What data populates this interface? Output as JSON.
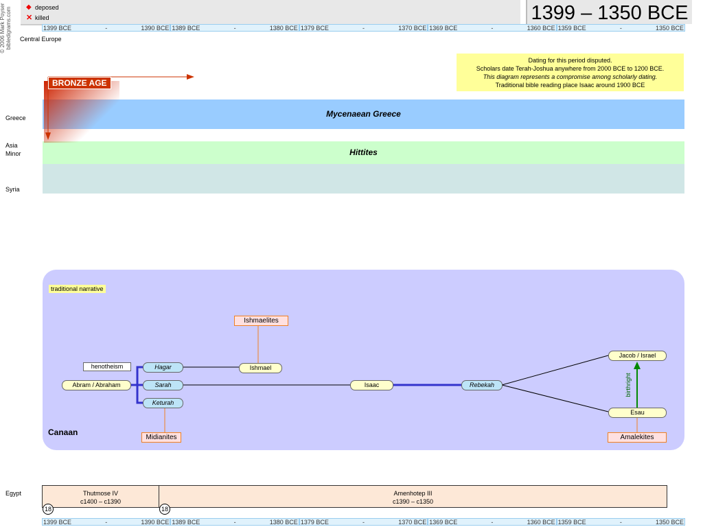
{
  "copyright": "© 2006 Mark Poyser",
  "site": "bibledigrams.com",
  "legend": [
    {
      "icon": "red-diamond",
      "label": "deposed"
    },
    {
      "icon": "red-x",
      "label": "killed"
    }
  ],
  "title": "1399 – 1350 BCE",
  "ruler": [
    [
      "1399 BCE",
      "-",
      "1390 BCE"
    ],
    [
      "1389 BCE",
      "-",
      "1380 BCE"
    ],
    [
      "1379 BCE",
      "-",
      "1370 BCE"
    ],
    [
      "1369 BCE",
      "-",
      "1360 BCE"
    ],
    [
      "1359 BCE",
      "-",
      "1350 BCE"
    ]
  ],
  "regions": {
    "central_europe": "Central Europe",
    "greece": "Greece",
    "asia_minor": "Asia Minor",
    "syria": "Syria",
    "egypt": "Egypt"
  },
  "note": {
    "l1": "Dating for this period disputed.",
    "l2": "Scholars date Terah-Joshua anywhere from 2000 BCE to 1200 BCE.",
    "l3": "This diagram represents a compromise among scholarly dating.",
    "l4": "Traditional bible reading place Isaac around 1900 BCE"
  },
  "age": "BRONZE AGE",
  "bands": {
    "greece": "Mycenaean Greece",
    "asia_minor": "Hittites"
  },
  "canaan": {
    "label": "Canaan",
    "tag": "traditional narrative",
    "henotheism": "henotheism",
    "abram": "Abram / Abraham",
    "hagar": "Hagar",
    "sarah": "Sarah",
    "keturah": "Keturah",
    "ishmael": "Ishmael",
    "ishmaelites": "Ishmaelites",
    "isaac": "Isaac",
    "rebekah": "Rebekah",
    "jacob": "Jacob / Israel",
    "esau": "Esau",
    "midianites": "Midianites",
    "amalekites": "Amalekites",
    "birthright": "birthright"
  },
  "egypt": [
    {
      "name": "Thutmose IV",
      "dates": "c1400 – c1390",
      "dynasty": "18"
    },
    {
      "name": "Amenhotep III",
      "dates": "c1390 – c1350",
      "dynasty": "18"
    }
  ]
}
